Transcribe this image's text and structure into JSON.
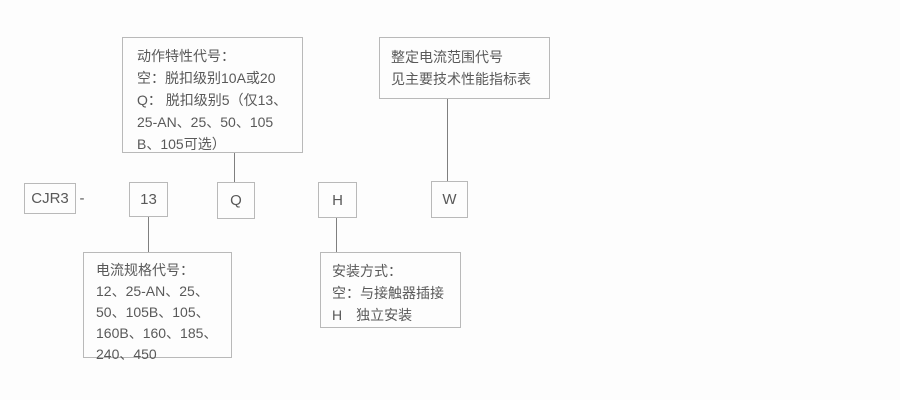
{
  "diagram": {
    "model_prefix": "CJR3",
    "separator": "-",
    "code_boxes": [
      {
        "id": "current-spec-code",
        "label": "13"
      },
      {
        "id": "action-characteristic-code",
        "label": "Q"
      },
      {
        "id": "mounting-mode-code",
        "label": "H"
      },
      {
        "id": "setting-current-range-code",
        "label": "W"
      }
    ],
    "callouts": {
      "action_characteristic": {
        "lines": [
          "动作特性代号：",
          "空：脱扣级别10A或20",
          "Q： 脱扣级别5（仅13、",
          "25-AN、25、50、105",
          "B、105可选）"
        ]
      },
      "setting_current_range": {
        "lines": [
          "整定电流范围代号",
          "见主要技术性能指标表"
        ]
      },
      "current_spec": {
        "lines": [
          "电流规格代号：",
          "12、25-AN、25、",
          "50、105B、105、",
          "160B、160、185、",
          "240、450"
        ]
      },
      "mounting_mode": {
        "lines": [
          "安装方式：",
          "空：与接触器插接",
          "H　独立安装"
        ]
      }
    },
    "colors": {
      "background": "#fdfdfd",
      "box_border": "#b9b9b9",
      "text": "#595959",
      "connector_line": "#7f7f7f"
    }
  }
}
